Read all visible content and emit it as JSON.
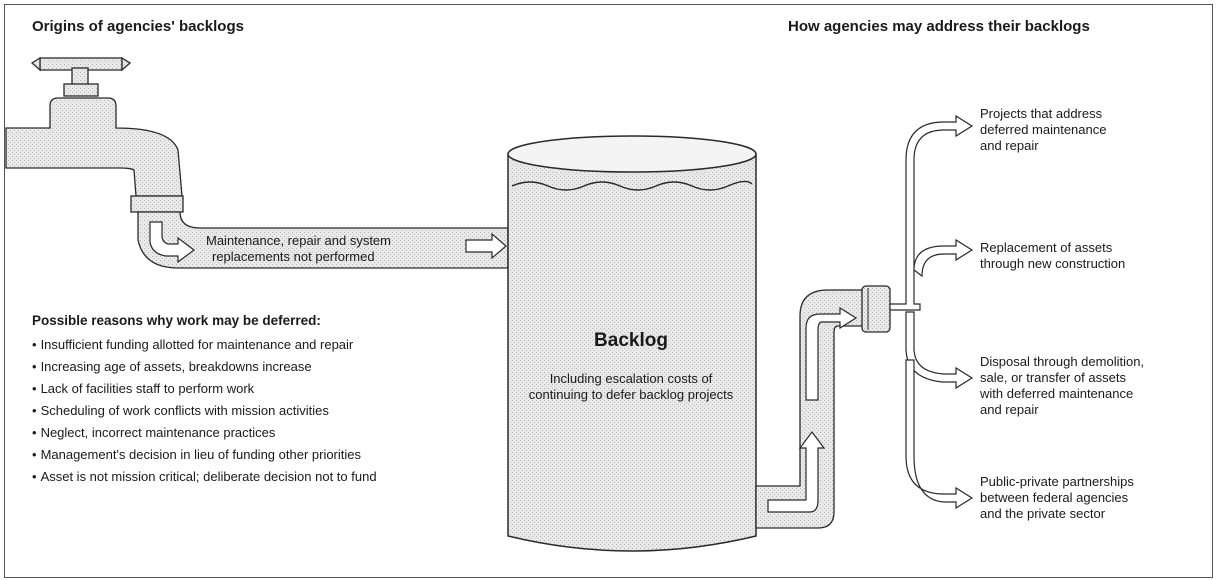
{
  "headings": {
    "left": "Origins of agencies' backlogs",
    "right": "How agencies may address their backlogs"
  },
  "faucet_label": {
    "line1": "Maintenance, repair and system",
    "line2": "replacements not performed"
  },
  "reasons": {
    "title": "Possible reasons why work may be deferred:",
    "items": [
      "Insufficient funding allotted for maintenance and repair",
      "Increasing age of assets, breakdowns increase",
      "Lack of facilities staff to perform work",
      "Scheduling of work conflicts with mission activities",
      "Neglect, incorrect maintenance practices",
      "Management's decision in lieu of funding other priorities",
      "Asset is not mission critical; deliberate decision not to fund"
    ]
  },
  "tank": {
    "title": "Backlog",
    "description": "Including escalation costs of continuing to defer backlog projects"
  },
  "outcomes": [
    {
      "lines": [
        "Projects that address",
        "deferred maintenance",
        "and repair"
      ]
    },
    {
      "lines": [
        "Replacement of assets",
        "through new construction"
      ]
    },
    {
      "lines": [
        "Disposal through demolition,",
        "sale, or transfer of assets",
        "with deferred maintenance",
        "and repair"
      ]
    },
    {
      "lines": [
        "Public-private partnerships",
        "between federal agencies",
        "and the private sector"
      ]
    }
  ],
  "colors": {
    "stroke": "#2a2a2a",
    "pipe_fill": "#e6e6e6",
    "tank_fill": "#e4e4e4",
    "arrow_fill": "#ffffff"
  }
}
